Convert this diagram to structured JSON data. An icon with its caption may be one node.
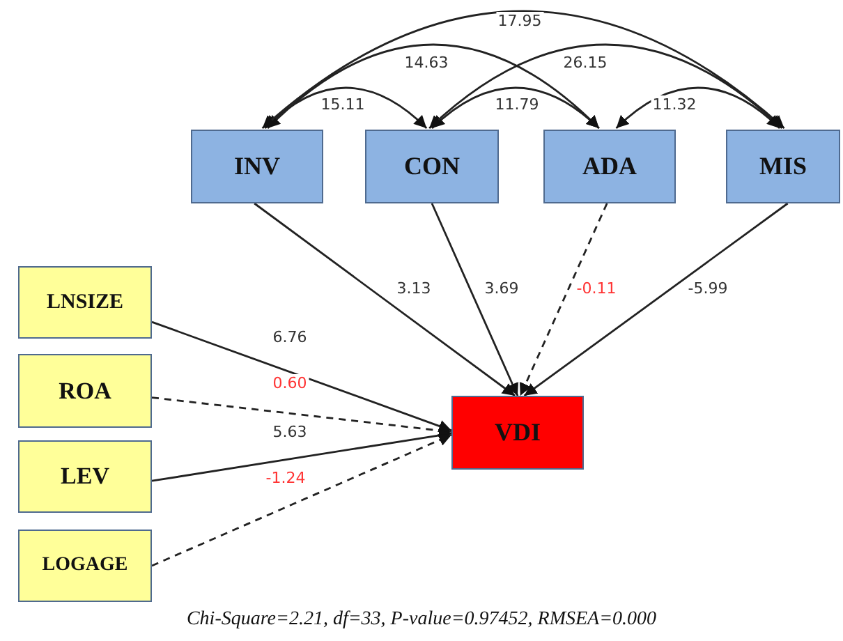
{
  "diagram": {
    "caption": "Chi-Square=2.21, df=33, P-value=0.97452, RMSEA=0.000",
    "nodes": [
      {
        "text": [
          "INV"
        ]
      },
      {
        "text": [
          "CON"
        ]
      },
      {
        "text": [
          "ADA"
        ]
      },
      {
        "text": [
          "MIS"
        ]
      },
      {
        "text": [
          "LNSIZE"
        ]
      },
      {
        "text": [
          "ROA"
        ]
      },
      {
        "text": [
          "LEV"
        ]
      },
      {
        "text": [
          "LOGAGE"
        ]
      },
      {
        "text": [
          "VDI"
        ]
      }
    ],
    "edges": [
      {
        "from": 0,
        "to": 1,
        "arrow": "both",
        "label": "15.11"
      },
      {
        "from": 0,
        "to": 2,
        "arrow": "both",
        "label": "14.63"
      },
      {
        "from": 0,
        "to": 3,
        "arrow": "both",
        "label": "17.95"
      },
      {
        "from": 1,
        "to": 2,
        "arrow": "both",
        "label": "11.79"
      },
      {
        "from": 1,
        "to": 3,
        "arrow": "both",
        "label": "26.15"
      },
      {
        "from": 2,
        "to": 3,
        "arrow": "both",
        "label": "11.32"
      },
      {
        "from": 0,
        "to": 8,
        "arrow": "to",
        "label": "3.13"
      },
      {
        "from": 1,
        "to": 8,
        "arrow": "to",
        "label": "3.69"
      },
      {
        "from": 2,
        "to": 8,
        "arrow": "to",
        "label": "-0.11",
        "style": "dashed"
      },
      {
        "from": 3,
        "to": 8,
        "arrow": "to",
        "label": "-5.99"
      },
      {
        "from": 4,
        "to": 8,
        "arrow": "to",
        "label": "6.76"
      },
      {
        "from": 5,
        "to": 8,
        "arrow": "to",
        "label": "0.60",
        "style": "dashed"
      },
      {
        "from": 6,
        "to": 8,
        "arrow": "to",
        "label": "5.63"
      },
      {
        "from": 7,
        "to": 8,
        "arrow": "to",
        "label": "-1.24",
        "style": "dashed"
      }
    ]
  }
}
